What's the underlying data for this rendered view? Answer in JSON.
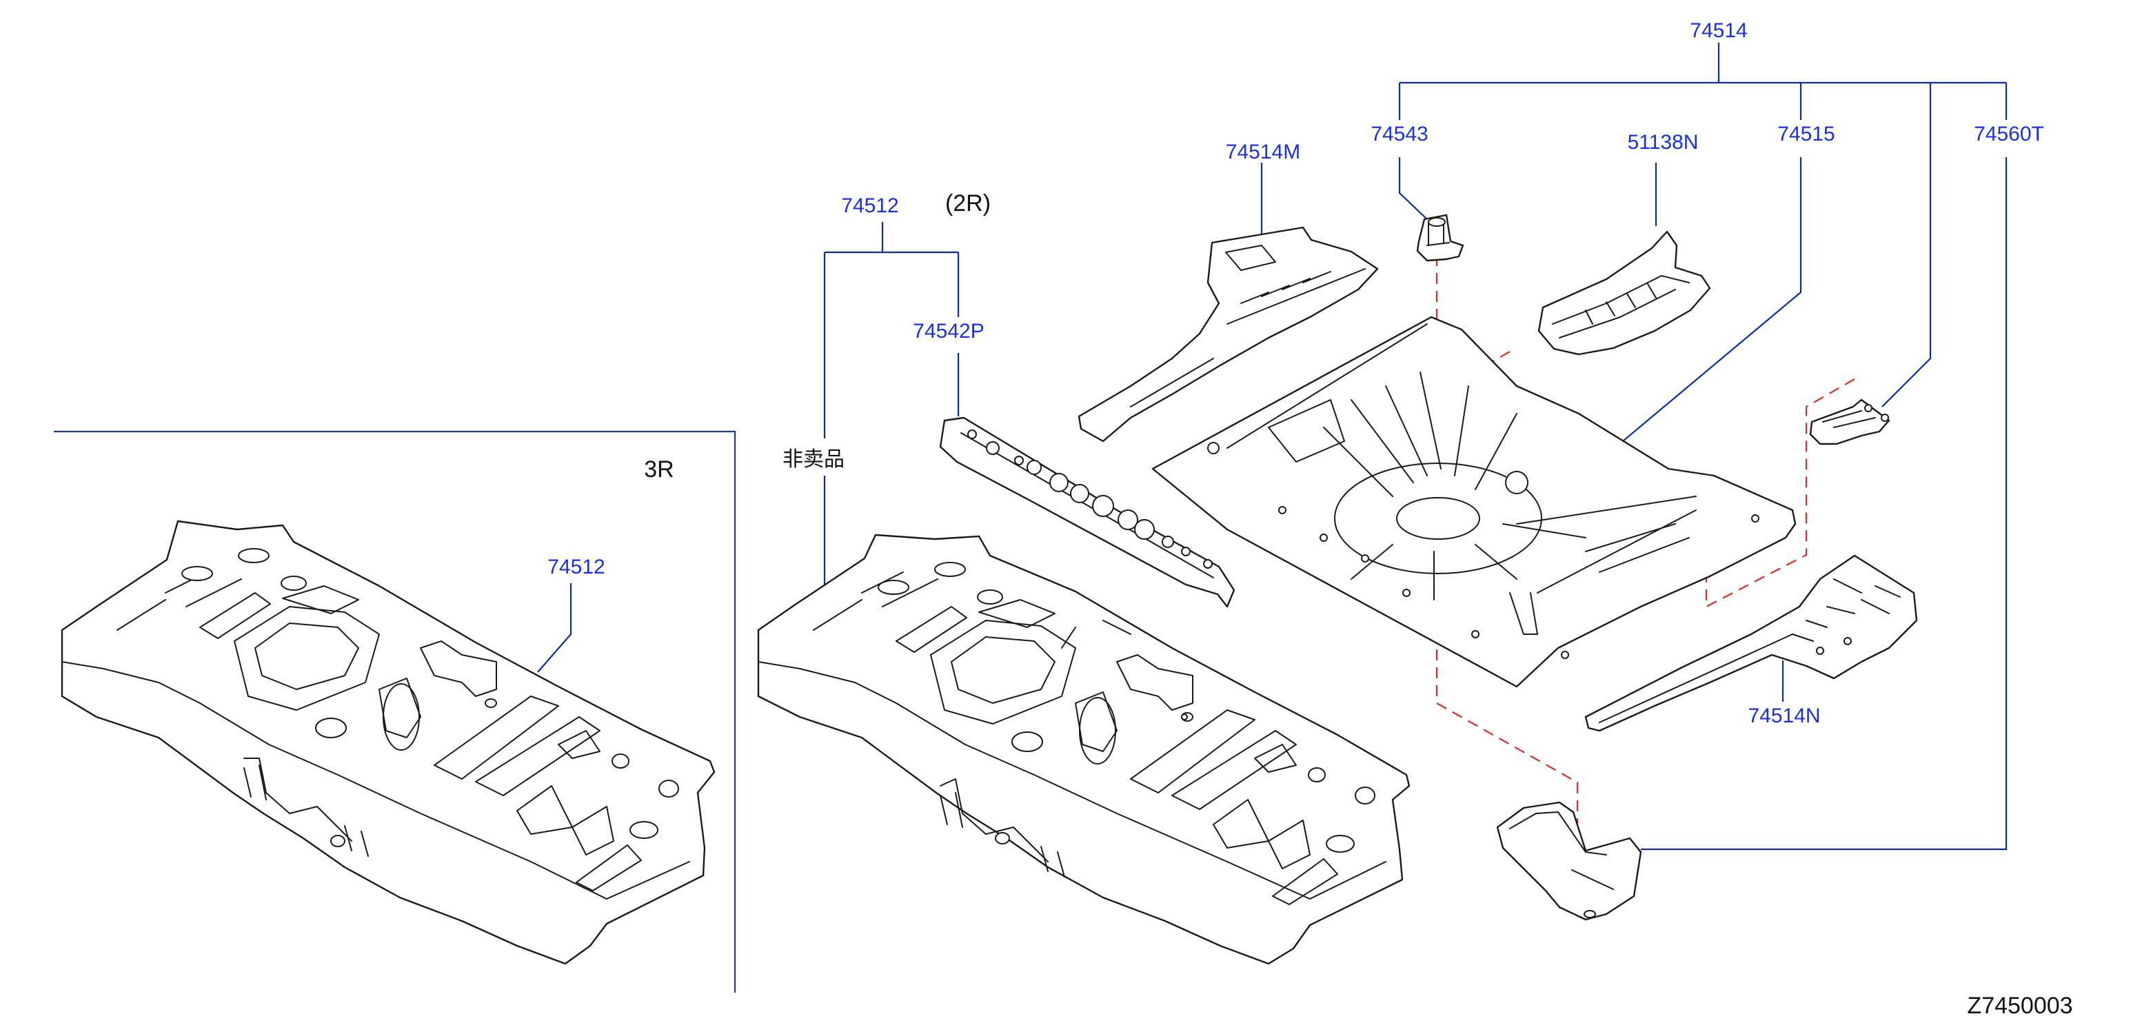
{
  "labels": {
    "p74514": "74514",
    "p74543": "74543",
    "p51138N": "51138N",
    "p74515": "74515",
    "p74560T": "74560T",
    "p74514M": "74514M",
    "p74512_top": "74512",
    "variant_2r": "(2R)",
    "p74542P": "74542P",
    "not_sold": "非卖品",
    "variant_3r": "3R",
    "p74512_3r": "74512",
    "p74514N": "74514N",
    "diagram_code": "Z7450003"
  },
  "colors": {
    "part_label": "#1a2fe0",
    "leader_line": "#0a2aa8",
    "dashed_guide": "#e02a2a",
    "outline": "#1a1a1a"
  }
}
